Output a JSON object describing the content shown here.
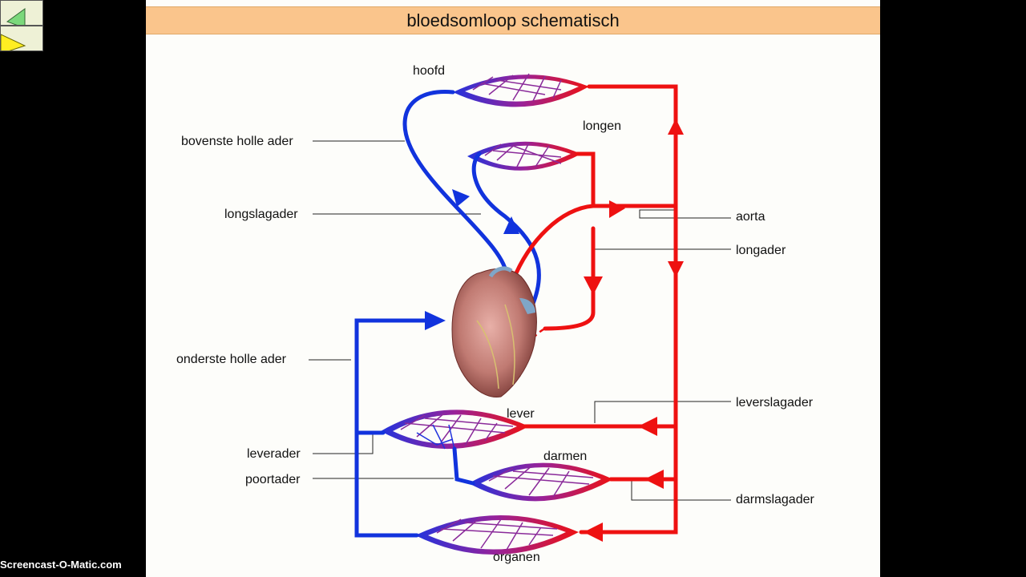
{
  "title": "bloedsomloop schematisch",
  "labels": {
    "hoofd": "hoofd",
    "longen": "longen",
    "bovenste_holle_ader": "bovenste holle ader",
    "longslagader": "longslagader",
    "aorta": "aorta",
    "longader": "longader",
    "onderste_holle_ader": "onderste holle ader",
    "lever": "lever",
    "leverslagader": "leverslagader",
    "leverader": "leverader",
    "darmen": "darmen",
    "poortader": "poortader",
    "darmslagader": "darmslagader",
    "organen": "organen"
  },
  "watermark": "Screencast-O-Matic.com",
  "colors": {
    "arterial": "#ee1111",
    "venous": "#1133dd",
    "title_bar": "#fac58c",
    "slide_bg": "#fdfdfa"
  },
  "icons": {
    "heart": "heart-icon",
    "nav_back": "green-back-arrow-icon",
    "nav_next": "yellow-next-arrow-icon"
  }
}
